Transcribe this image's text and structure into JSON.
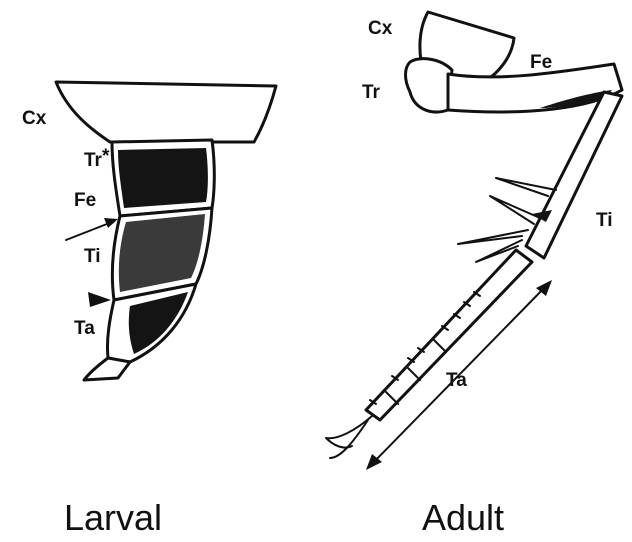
{
  "larval": {
    "caption": "Larval",
    "labels": {
      "coxa": "Cx",
      "trochanter": "Tr",
      "asterisk": "*",
      "femur": "Fe",
      "tibia": "Ti",
      "tarsus": "Ta"
    }
  },
  "adult": {
    "caption": "Adult",
    "labels": {
      "coxa": "Cx",
      "trochanter": "Tr",
      "femur": "Fe",
      "tibia": "Ti",
      "tarsus": "Ta"
    }
  },
  "colors": {
    "ink": "#111111",
    "paper": "#ffffff"
  }
}
